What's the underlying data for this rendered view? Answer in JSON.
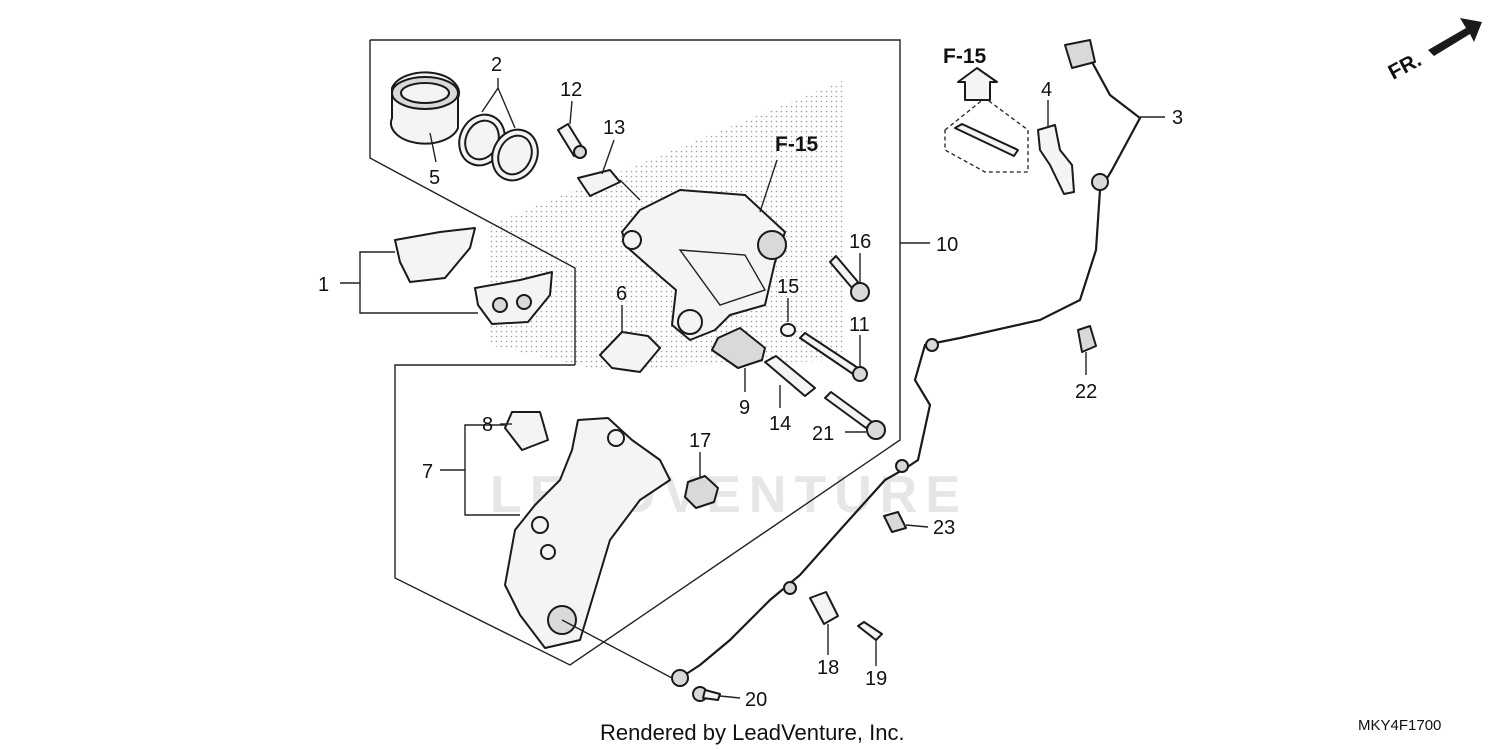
{
  "diagram": {
    "callouts": {
      "c1": "1",
      "c2": "2",
      "c3": "3",
      "c4": "4",
      "c5": "5",
      "c6": "6",
      "c7": "7",
      "c8": "8",
      "c9": "9",
      "c10": "10",
      "c11": "11",
      "c12": "12",
      "c13": "13",
      "c14": "14",
      "c15": "15",
      "c16": "16",
      "c17": "17",
      "c18": "18",
      "c19": "19",
      "c20": "20",
      "c21": "21",
      "c22": "22",
      "c23": "23"
    },
    "ref_top": "F-15",
    "ref_caliper": "F-15",
    "direction": "FR.",
    "watermark": "LEADVENTURE",
    "footer": "Rendered by LeadVenture, Inc.",
    "diagram_code": "MKY4F1700"
  }
}
